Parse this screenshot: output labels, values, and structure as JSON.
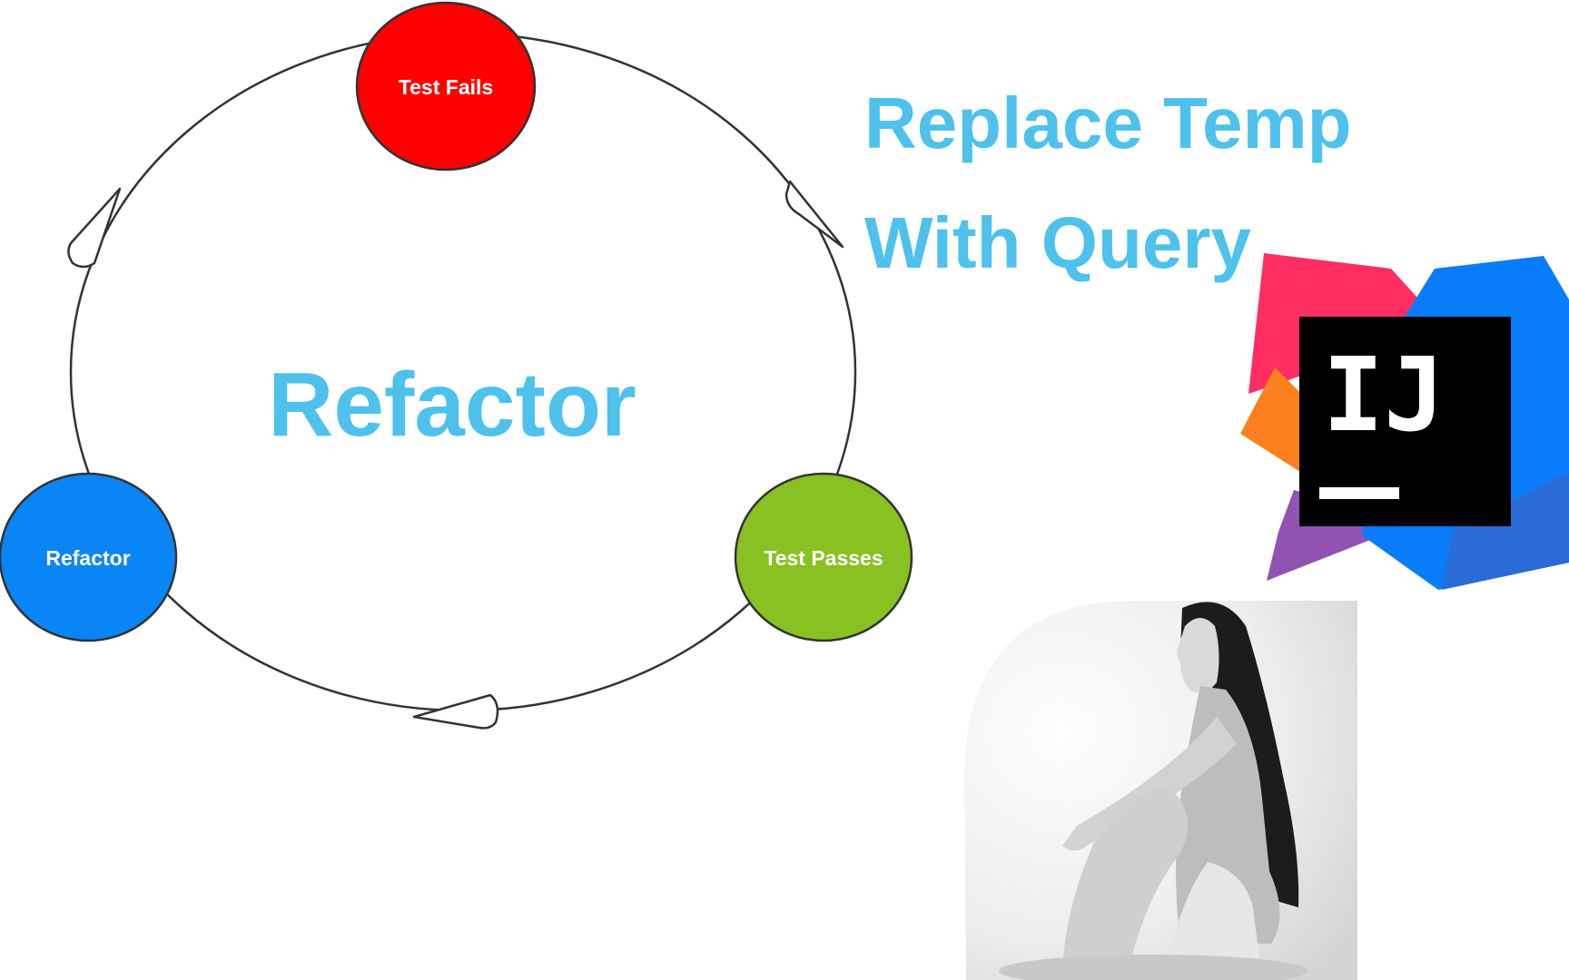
{
  "colors": {
    "accent_text": "#4ec1ec",
    "fail_node": "#ff0000",
    "pass_node": "#88c121",
    "refactor_node": "#0a85f6",
    "cycle_stroke": "#333333",
    "logo_tile": "#000000"
  },
  "diagram": {
    "center_label": "Refactor",
    "nodes": [
      {
        "id": "test-fails",
        "label": "Test Fails",
        "color": "#ff0000"
      },
      {
        "id": "test-passes",
        "label": "Test Passes",
        "color": "#88c121"
      },
      {
        "id": "refactor",
        "label": "Refactor",
        "color": "#0a85f6"
      }
    ],
    "flow": [
      "Test Fails",
      "Test Passes",
      "Refactor"
    ]
  },
  "title": {
    "line1": "Replace Temp",
    "line2": "With Query"
  },
  "logo": {
    "text": "IJ",
    "icon": "intellij-idea-logo"
  },
  "photo": {
    "icon": "presenter-photo"
  }
}
